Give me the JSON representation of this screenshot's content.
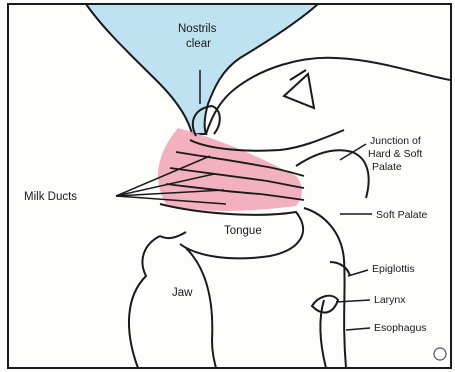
{
  "diagram": {
    "labels": {
      "nostrils_line1": "Nostrils",
      "nostrils_line2": "clear",
      "milk_ducts": "Milk Ducts",
      "tongue": "Tongue",
      "jaw": "Jaw",
      "junction_line1": "Junction of",
      "junction_line2": "Hard & Soft",
      "junction_line3": "Palate",
      "soft_palate": "Soft Palate",
      "epiglottis": "Epiglottis",
      "larynx": "Larynx",
      "esophagus": "Esophagus"
    },
    "colors": {
      "breast_fill": "#bfe2f2",
      "nipple_fill": "#f2a7b8",
      "outline": "#1a1a1a"
    }
  }
}
